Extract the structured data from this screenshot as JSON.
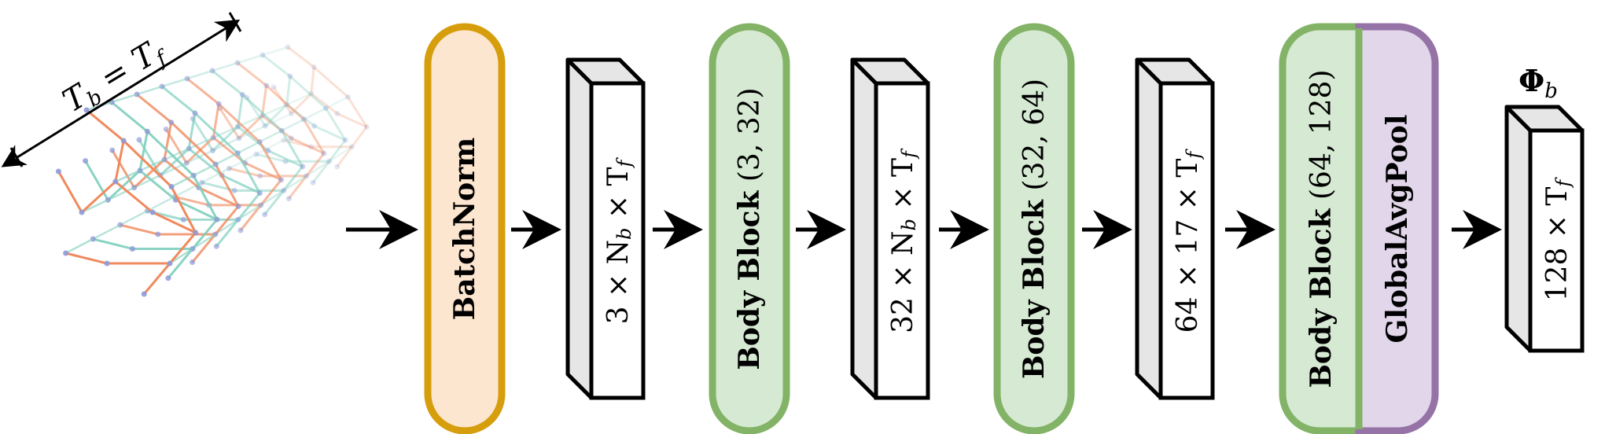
{
  "skeleton": {
    "label_main": "T",
    "label_sub_b": "b",
    "label_eq": " = T",
    "label_sub_f": "f"
  },
  "blocks": {
    "batchnorm": "BatchNorm",
    "body1_name": "Body Block",
    "body1_args": "(3, 32)",
    "body2_name": "Body Block",
    "body2_args": "(32, 64)",
    "body3_name": "Body Block",
    "body3_args": "(64, 128)",
    "globalavgpool": "GlobalAvgPool"
  },
  "tensors": {
    "t1_main": "3 × N",
    "t1_sub": "b",
    "t1_tail": " × T",
    "t1_sub2": "f",
    "t2_main": "32 × N",
    "t2_sub": "b",
    "t2_tail": " × T",
    "t2_sub2": "f",
    "t3_main": "64 × 17 × T",
    "t3_sub": "f",
    "t4_main": "128 × T",
    "t4_sub": "f"
  },
  "output": {
    "phi": "Φ",
    "phi_sub": "b"
  },
  "colors": {
    "batchnorm_fill": "#fde6cf",
    "batchnorm_stroke": "#d69e0c",
    "body_fill": "#d6ead3",
    "body_stroke": "#82b366",
    "pool_fill": "#e2d6ea",
    "pool_stroke": "#9673a6",
    "tensor_side": "#e6e6e6",
    "skeleton_orange": "#f08a5d",
    "skeleton_teal": "#7fcfbe",
    "skeleton_node": "#8f9ad8"
  }
}
